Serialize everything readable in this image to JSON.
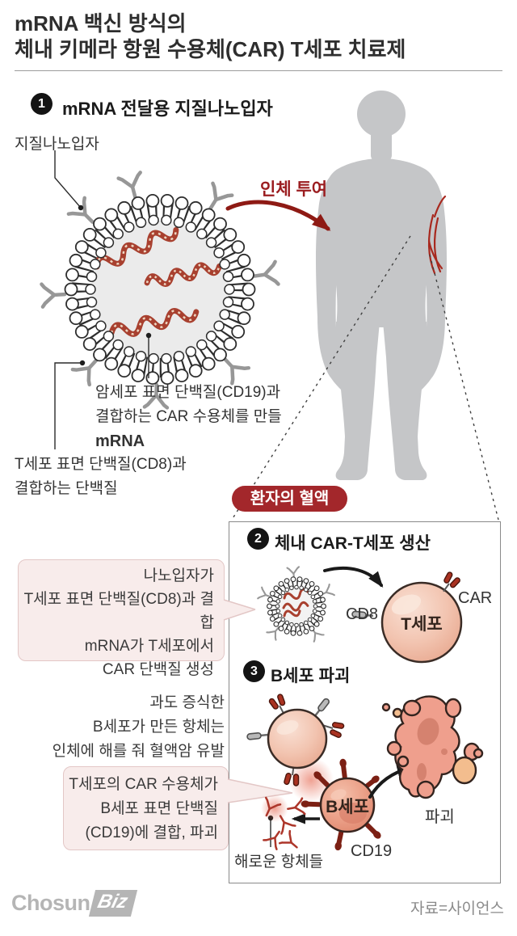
{
  "page": {
    "title_line1": "mRNA 백신 방식의",
    "title_line2": "체내 키메라 항원 수용체(CAR) T세포 치료제"
  },
  "steps": {
    "one": {
      "num": "1",
      "heading": "mRNA 전달용 지질나노입자"
    },
    "two": {
      "num": "2",
      "heading": "체내 CAR-T세포 생산"
    },
    "three": {
      "num": "3",
      "heading": "B세포 파괴"
    }
  },
  "labels": {
    "nanoparticle": "지질나노입자",
    "injection": "인체 투여",
    "mrna_line1": "암세포 표면 단백질(CD19)과",
    "mrna_line2": "결합하는 CAR 수용체를 만들",
    "mrna_line3": "mRNA",
    "protein_line1": "T세포 표면 단백질(CD8)과",
    "protein_line2": "결합하는 단백질",
    "blood_badge": "환자의 혈액",
    "cd8": "CD8",
    "tcell": "T세포",
    "car": "CAR",
    "bcell": "B세포",
    "cd19": "CD19",
    "harmful_antibodies": "해로운 항체들",
    "destroyed": "파괴"
  },
  "callouts": {
    "nanoparticle_binding": [
      "나노입자가",
      "T세포 표면 단백질(CD8)과 결합",
      "mRNA가 T세포에서",
      "CAR 단백질 생성"
    ],
    "bcell_note": [
      "과도 증식한",
      "B세포가 만든 항체는",
      "인체에 해를 줘 혈액암 유발"
    ],
    "car_destroy": [
      "T세포의 CAR 수용체가",
      "B세포 표면 단백질",
      "(CD19)에 결합, 파괴"
    ]
  },
  "footer": {
    "logo_part1": "Chosun",
    "logo_part2": "Biz",
    "source": "자료=사이언스"
  },
  "colors": {
    "accent_red": "#9b1d20",
    "badge_red": "#a3272b",
    "callout_pink": "#f8eceb",
    "body_gray": "#c5c6c8",
    "cell_salmon": "#f2c4b0",
    "bcell_salmon": "#eba189",
    "spike_dark_red": "#7c2014",
    "mrna_red": "#a8402f",
    "antibody_gray": "#979797"
  }
}
